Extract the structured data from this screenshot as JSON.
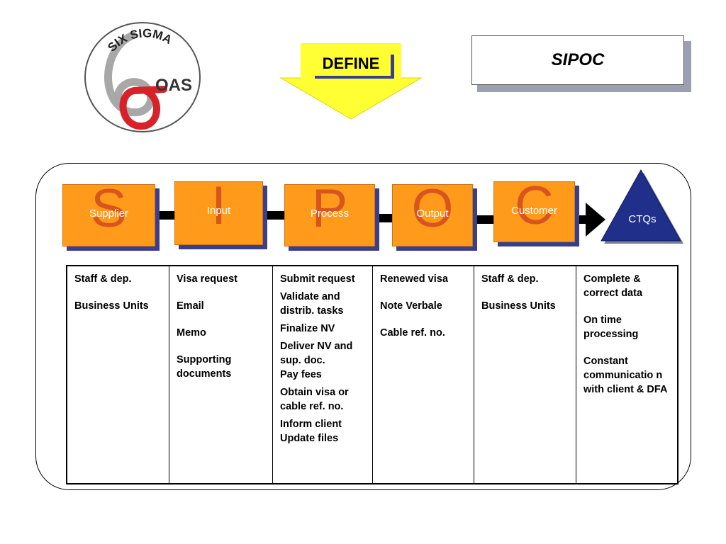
{
  "logo": {
    "text_top": "SIX SIGMA",
    "text_right": "OAS"
  },
  "define_label": "DEFINE",
  "title": "SIPOC",
  "boxes": [
    {
      "letter": "S",
      "label": "Supplier"
    },
    {
      "letter": "I",
      "label": "Input"
    },
    {
      "letter": "P",
      "label": "Process"
    },
    {
      "letter": "O",
      "label": "Output"
    },
    {
      "letter": "C",
      "label": "Customer"
    }
  ],
  "ctq_label": "CTQs",
  "columns": [
    [
      "Staff & dep.",
      "Business Units"
    ],
    [
      "Visa request",
      "Email",
      "Memo",
      "Supporting documents"
    ],
    [
      "Submit request",
      "Validate and distrib. tasks",
      "Finalize NV",
      "Deliver NV and sup. doc.",
      "Pay fees",
      "Obtain visa or cable ref. no.",
      "Inform client",
      "Update files"
    ],
    [
      "Renewed visa",
      "Note Verbale",
      "Cable ref. no."
    ],
    [
      "Staff & dep.",
      "Business Units"
    ],
    [
      "Complete & correct data",
      "On time processing",
      "Constant communicatio n with client & DFA"
    ]
  ],
  "colors": {
    "box_fill": "#ff9a1a",
    "letter": "#d8551e",
    "box_shadow": "#3a3f8c",
    "ctq_fill": "#1f2f8a",
    "arrow_fill": "#ffff33"
  }
}
